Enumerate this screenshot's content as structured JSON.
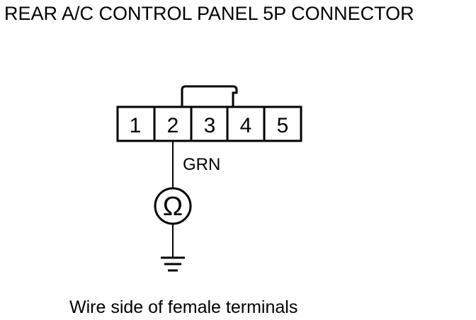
{
  "diagram": {
    "title": "REAR A/C CONTROL PANEL 5P CONNECTOR",
    "connector": {
      "pins": [
        "1",
        "2",
        "3",
        "4",
        "5"
      ]
    },
    "wire": {
      "color_label": "GRN"
    },
    "meter": {
      "symbol": "Ω"
    },
    "caption": "Wire side of female terminals"
  }
}
